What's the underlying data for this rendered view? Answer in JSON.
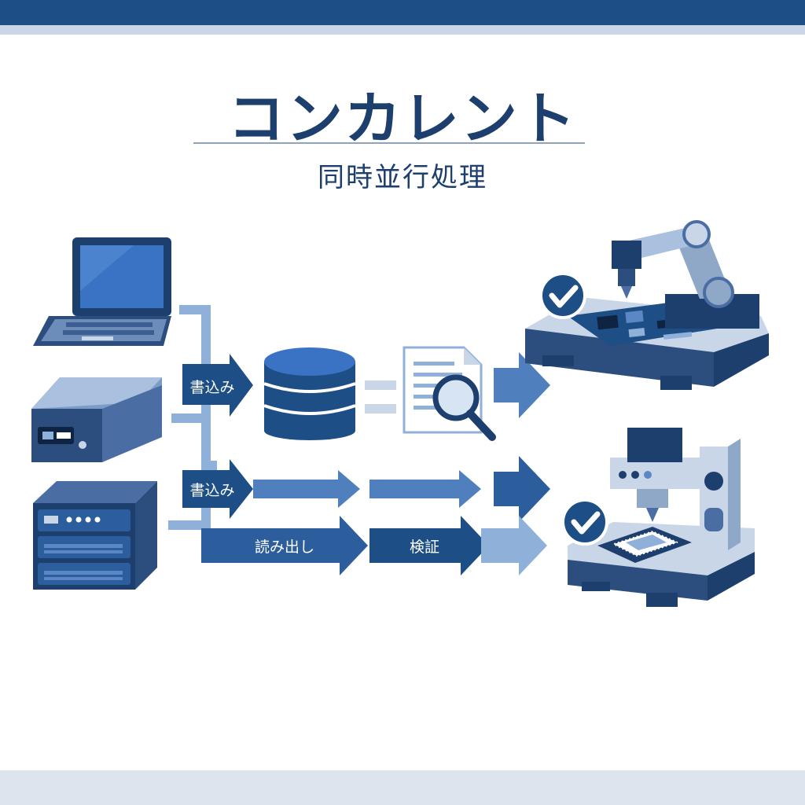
{
  "header": {
    "title": "コンカレント",
    "subtitle": "同時並行処理"
  },
  "arrows": {
    "write_top": "書込み",
    "write_mid": "書込み",
    "read": "読み出し",
    "verify": "検証"
  },
  "icons": {
    "laptop": "laptop-icon",
    "storage": "storage-device-icon",
    "server": "server-rack-icon",
    "database": "database-icon",
    "document": "document-search-icon",
    "pcb_machine": "pcb-inspection-machine-icon",
    "chip_machine": "chip-testing-machine-icon",
    "check": "check-icon"
  },
  "colors": {
    "navy": "#1d3f6e",
    "blue": "#2c5d9c",
    "mid_blue": "#4f7fbd",
    "light_blue": "#8fb0d8",
    "pale": "#c9d6e8"
  }
}
